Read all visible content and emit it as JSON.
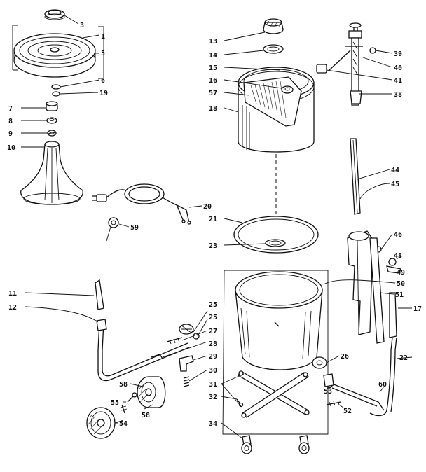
{
  "callouts": [
    {
      "id": "3",
      "label": "3"
    },
    {
      "id": "1",
      "label": "1"
    },
    {
      "id": "5",
      "label": "5"
    },
    {
      "id": "6",
      "label": "6"
    },
    {
      "id": "19",
      "label": "19"
    },
    {
      "id": "7",
      "label": "7"
    },
    {
      "id": "8",
      "label": "8"
    },
    {
      "id": "9",
      "label": "9"
    },
    {
      "id": "10",
      "label": "10"
    },
    {
      "id": "13",
      "label": "13"
    },
    {
      "id": "14",
      "label": "14"
    },
    {
      "id": "15",
      "label": "15"
    },
    {
      "id": "16",
      "label": "16"
    },
    {
      "id": "57",
      "label": "57"
    },
    {
      "id": "18",
      "label": "18"
    },
    {
      "id": "39",
      "label": "39"
    },
    {
      "id": "40",
      "label": "40"
    },
    {
      "id": "41",
      "label": "41"
    },
    {
      "id": "38",
      "label": "38"
    },
    {
      "id": "44",
      "label": "44"
    },
    {
      "id": "45",
      "label": "45"
    },
    {
      "id": "20",
      "label": "20"
    },
    {
      "id": "59",
      "label": "59"
    },
    {
      "id": "21",
      "label": "21"
    },
    {
      "id": "23",
      "label": "23"
    },
    {
      "id": "46",
      "label": "46"
    },
    {
      "id": "48",
      "label": "48"
    },
    {
      "id": "49",
      "label": "49"
    },
    {
      "id": "50",
      "label": "50"
    },
    {
      "id": "51",
      "label": "51"
    },
    {
      "id": "17",
      "label": "17"
    },
    {
      "id": "11",
      "label": "11"
    },
    {
      "id": "12",
      "label": "12"
    },
    {
      "id": "25a",
      "label": "25"
    },
    {
      "id": "25b",
      "label": "25"
    },
    {
      "id": "27",
      "label": "27"
    },
    {
      "id": "28",
      "label": "28"
    },
    {
      "id": "29",
      "label": "29"
    },
    {
      "id": "30",
      "label": "30"
    },
    {
      "id": "26",
      "label": "26"
    },
    {
      "id": "22",
      "label": "22"
    },
    {
      "id": "53",
      "label": "53"
    },
    {
      "id": "60",
      "label": "60"
    },
    {
      "id": "52",
      "label": "52"
    },
    {
      "id": "31",
      "label": "31"
    },
    {
      "id": "32",
      "label": "32"
    },
    {
      "id": "58a",
      "label": "58"
    },
    {
      "id": "55",
      "label": "55"
    },
    {
      "id": "58b",
      "label": "58"
    },
    {
      "id": "54",
      "label": "54"
    },
    {
      "id": "34",
      "label": "34"
    }
  ]
}
